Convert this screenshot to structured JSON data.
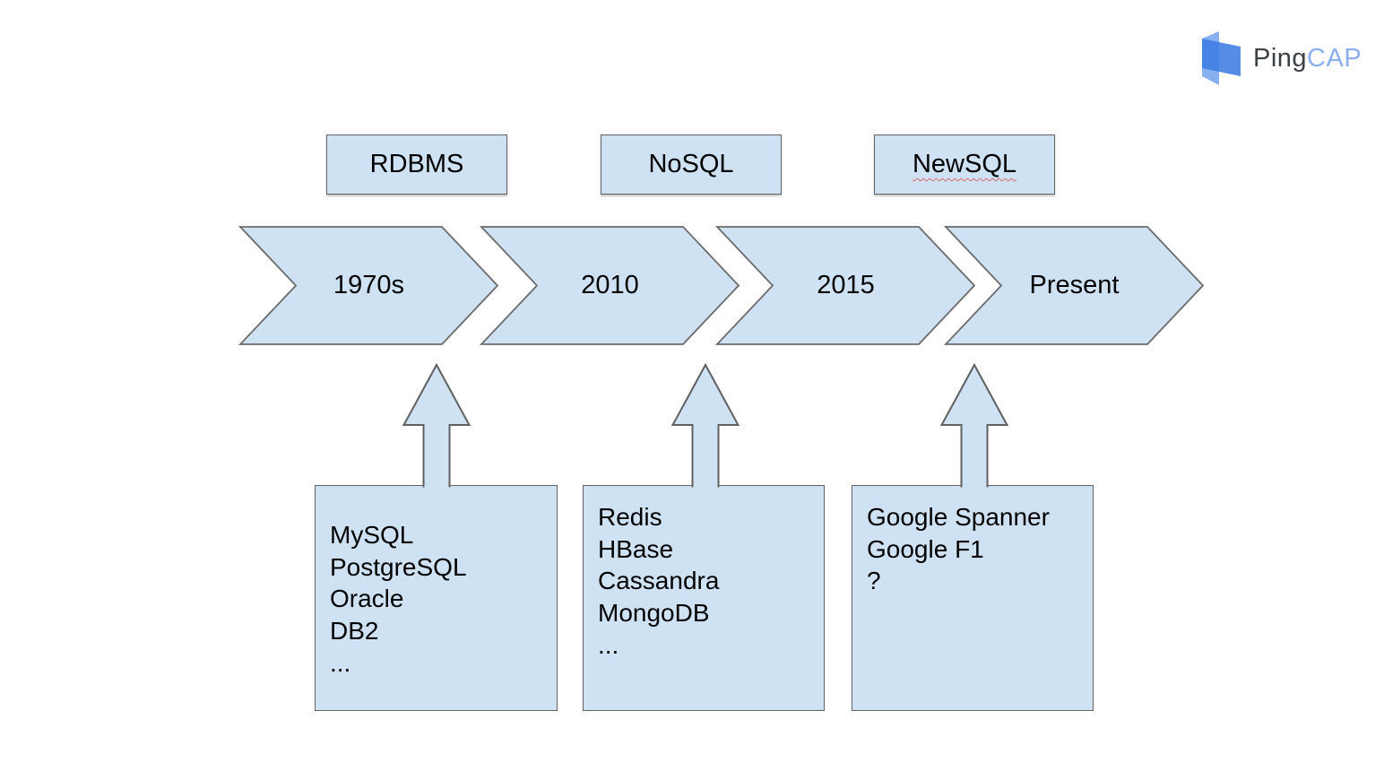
{
  "logo": {
    "brand_dark": "Ping",
    "brand_light": "CAP"
  },
  "categories": [
    {
      "label": "RDBMS",
      "spellcheck_flagged": false
    },
    {
      "label": "NoSQL",
      "spellcheck_flagged": false
    },
    {
      "label": "NewSQL",
      "spellcheck_flagged": true
    }
  ],
  "timeline": [
    {
      "label": "1970s"
    },
    {
      "label": "2010"
    },
    {
      "label": "2015"
    },
    {
      "label": "Present"
    }
  ],
  "detail_boxes": [
    {
      "items": [
        "MySQL",
        "PostgreSQL",
        "Oracle",
        "DB2",
        "..."
      ]
    },
    {
      "items": [
        "Redis",
        "HBase",
        "Cassandra",
        "MongoDB",
        "..."
      ]
    },
    {
      "items": [
        "Google Spanner",
        "Google F1",
        "?"
      ]
    }
  ],
  "colors": {
    "shape_fill": "#cfe2f3",
    "shape_border": "#636363",
    "text": "#000000",
    "spellcheck_underline": "#e06666",
    "logo_text_dark": "#3b4045",
    "logo_text_light": "#8ab0f2",
    "logo_icon_dark_blue": "#3f7ce2",
    "logo_icon_light_blue": "#7aa7ee",
    "background": "#ffffff"
  }
}
